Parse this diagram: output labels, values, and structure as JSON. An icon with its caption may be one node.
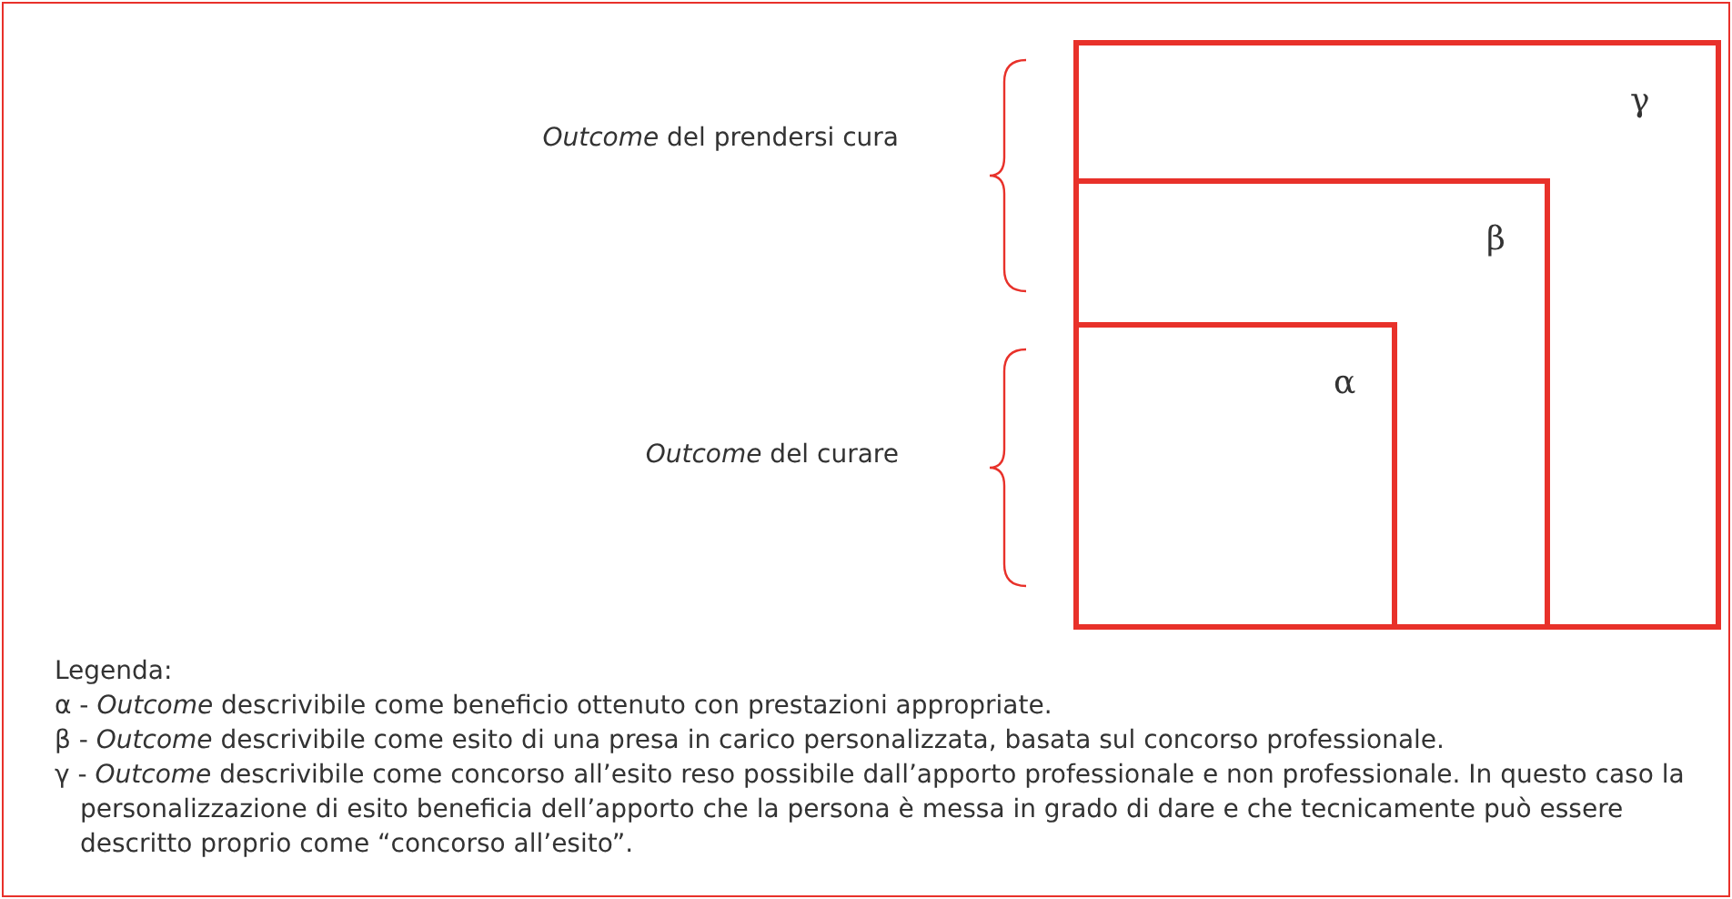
{
  "diagram": {
    "nodes": [
      {
        "text": [
          "γ"
        ]
      },
      {
        "text": [
          "β"
        ],
        "in": 0
      },
      {
        "text": [
          "α"
        ],
        "in": 1
      }
    ],
    "edges": [],
    "labels": [
      "*Outcome* del prendersi cura",
      "*Outcome* del curare",
      "Legenda:",
      "α - *Outcome* descrivibile come beneficio ottenuto con prestazioni appropriate.",
      "β - *Outcome* descrivibile come esito di una presa in carico personalizzata, basata sul concorso professionale.",
      "γ - *Outcome* descrivibile come concorso all’esito reso possibile dall’apporto professionale e non professionale. In questo caso la personalizzazione di esito beneficia dell’apporto che la persona è messa in grado di dare e che tecnicamente può essere descritto proprio come “concorso all’esito”."
    ]
  }
}
